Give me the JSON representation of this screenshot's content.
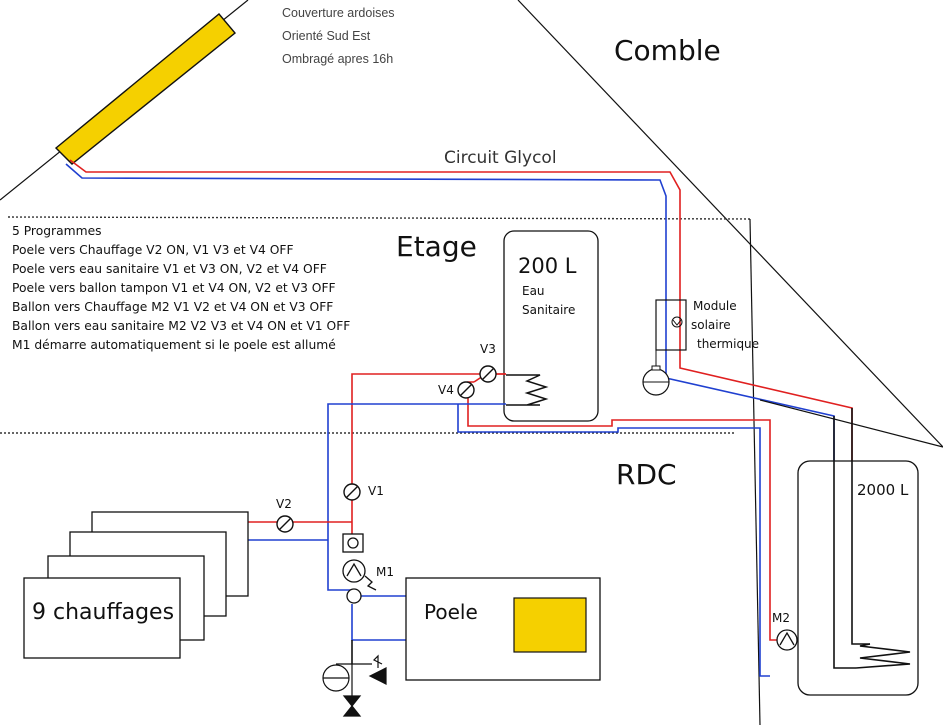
{
  "roof_note": [
    "Couverture ardoises",
    "Orienté Sud Est",
    "Ombragé apres 16h"
  ],
  "zones": {
    "attic": "Comble",
    "upper": "Etage",
    "ground": "RDC"
  },
  "circuit_label": "Circuit Glycol",
  "programs": {
    "title": "5 Programmes",
    "items": [
      "Poele vers Chauffage V2 ON, V1 V3 et V4 OFF",
      "Poele vers eau sanitaire V1 et V3 ON, V2 et V4 OFF",
      "Poele vers ballon tampon V1 et V4 ON, V2 et V3 OFF",
      "Ballon vers Chauffage M2 V1 V2 et V4 ON et V3 OFF",
      "Ballon vers eau sanitaire M2 V2 V3 et V4 ON et V1 OFF",
      "M1 démarre automatiquement si le poele est allumé"
    ]
  },
  "tank_dhw": {
    "volume": "200 L",
    "line1": "Eau",
    "line2": "Sanitaire"
  },
  "tank_buffer": {
    "volume": "2000 L"
  },
  "solar_module": [
    "Module",
    "solaire",
    "thermique"
  ],
  "valves": {
    "v1": "V1",
    "v2": "V2",
    "v3": "V3",
    "v4": "V4"
  },
  "pumps": {
    "m1": "M1",
    "m2": "M2"
  },
  "radiators": "9 chauffages",
  "stove": "Poele",
  "colors": {
    "hot_pipe": "#e02020",
    "cold_pipe": "#2040d0",
    "panel": "#f5d000",
    "outline": "#111111"
  },
  "icons": [
    "valve-icon",
    "pump-icon",
    "expansion-vessel-icon",
    "safety-valve-icon",
    "drain-valve-icon",
    "coil-icon"
  ]
}
